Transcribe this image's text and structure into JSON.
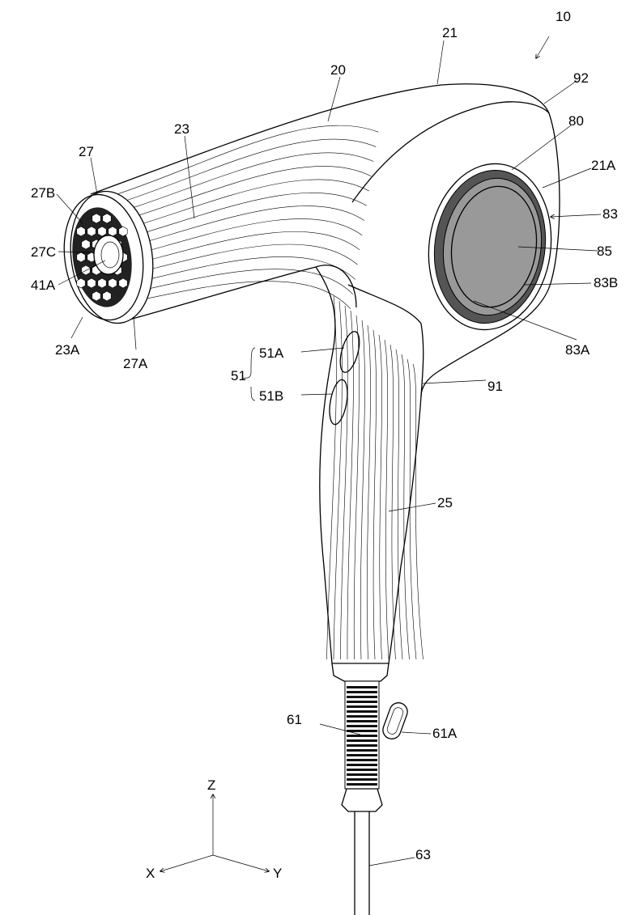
{
  "figure": {
    "reference_labels": {
      "l10": "10",
      "l21": "21",
      "l92": "92",
      "l20": "20",
      "l80": "80",
      "l23": "23",
      "l21A": "21A",
      "l27": "27",
      "l83": "83",
      "l27B": "27B",
      "l85": "85",
      "l27C": "27C",
      "l41A": "41A",
      "l83B": "83B",
      "l23A": "23A",
      "l27A": "27A",
      "l83A": "83A",
      "l51A": "51A",
      "l51": "51",
      "l51B": "51B",
      "l91": "91",
      "l25": "25",
      "l61": "61",
      "l61A": "61A",
      "l63": "63"
    },
    "axes": {
      "z": "Z",
      "x": "X",
      "y": "Y"
    }
  }
}
